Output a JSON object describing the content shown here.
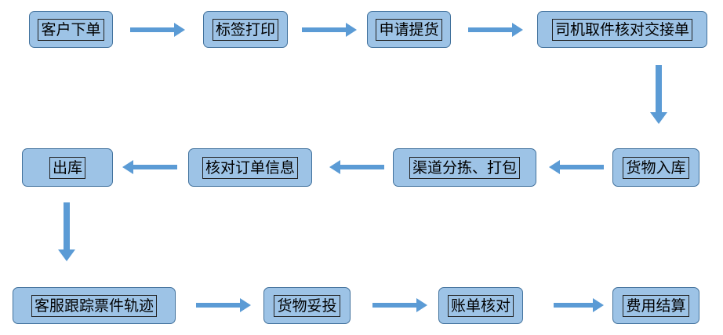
{
  "diagram": {
    "colors": {
      "node_fill": "#9dc3e6",
      "node_border": "#41719c",
      "arrow": "#5b9bd5"
    },
    "nodes": {
      "customer_order": "客户下单",
      "label_print": "标签打印",
      "apply_pickup": "申请提货",
      "driver_handover": "司机取件核对交接单",
      "goods_inbound": "货物入库",
      "channel_sort_pack": "渠道分拣、打包",
      "verify_order_info": "核对订单信息",
      "outbound": "出库",
      "cs_tracking": "客服跟踪票件轨迹",
      "goods_delivered": "货物妥投",
      "bill_reconcile": "账单核对",
      "fee_settlement": "费用结算"
    }
  }
}
